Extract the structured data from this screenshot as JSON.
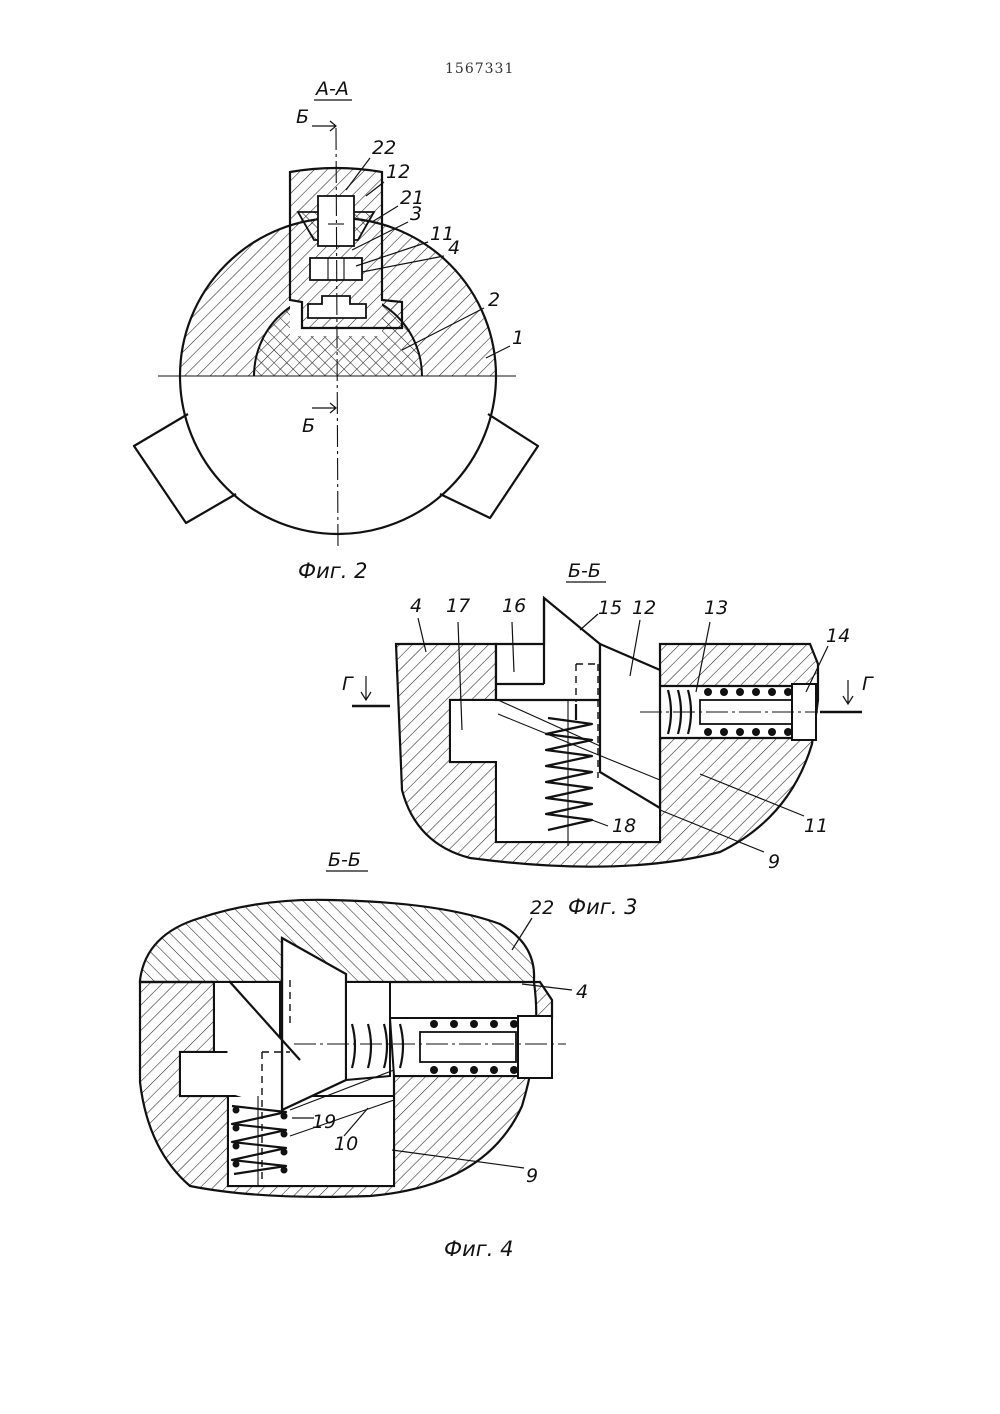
{
  "document": {
    "patent_number": "1567331",
    "figures": [
      {
        "id": "fig2",
        "section_title": "А-А",
        "caption": "Фиг. 2",
        "cut_marks": [
          "Б",
          "Б"
        ],
        "labels": [
          "22",
          "12",
          "21",
          "3",
          "11",
          "4",
          "2",
          "1"
        ]
      },
      {
        "id": "fig3",
        "section_title": "Б-Б",
        "caption": "Фиг. 3",
        "cut_marks": [
          "Г",
          "Г"
        ],
        "labels": [
          "4",
          "17",
          "16",
          "15",
          "12",
          "13",
          "14",
          "11",
          "18",
          "9"
        ]
      },
      {
        "id": "fig4",
        "section_title": "Б-Б",
        "caption": "Фиг. 4",
        "labels": [
          "22",
          "4",
          "19",
          "10",
          "9"
        ]
      }
    ]
  }
}
